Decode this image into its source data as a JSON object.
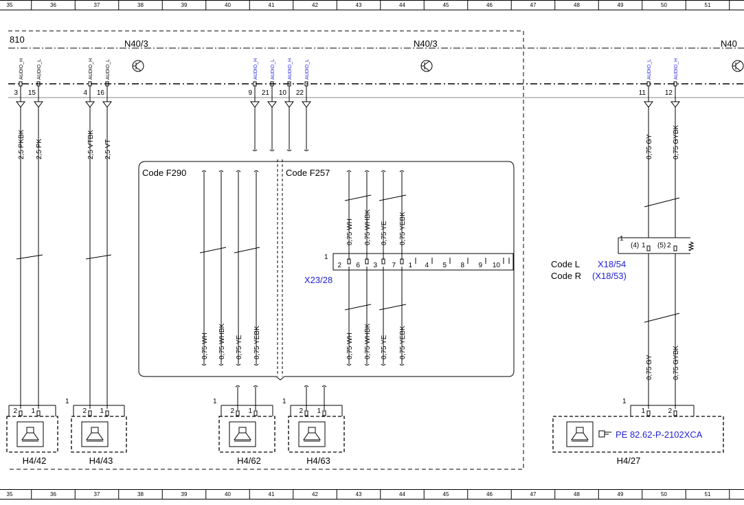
{
  "ruler": [
    "35",
    "36",
    "37",
    "38",
    "39",
    "40",
    "41",
    "42",
    "43",
    "44",
    "45",
    "46",
    "47",
    "48",
    "49",
    "50",
    "51"
  ],
  "page_ref": "810",
  "modules": [
    "N40/3",
    "N40/3",
    "N40"
  ],
  "pins_left": [
    {
      "num": "3",
      "sig": "AUDIO_H"
    },
    {
      "num": "15",
      "sig": "AUDIO_L"
    },
    {
      "num": "4",
      "sig": "AUDIO_H"
    },
    {
      "num": "16",
      "sig": "AUDIO_L"
    }
  ],
  "pins_mid": [
    {
      "num": "9",
      "sig": "AUDIO_H"
    },
    {
      "num": "21",
      "sig": "AUDIO_L"
    },
    {
      "num": "10",
      "sig": "AUDIO_H"
    },
    {
      "num": "22",
      "sig": "AUDIO_L"
    }
  ],
  "pins_right": [
    {
      "num": "11",
      "sig": "AUDIO_L"
    },
    {
      "num": "12",
      "sig": "AUDIO_H"
    }
  ],
  "wires_left": [
    "2,5 PKBK",
    "2,5 PK",
    "2,5 VTBK",
    "2,5 VT"
  ],
  "wires_right_top": [
    "0,75 GY",
    "0,75 GYBK"
  ],
  "wires_right_bottom": [
    "0,75 GY",
    "0,75 GYBK"
  ],
  "wires_f290": [
    "0,75 WH",
    "0,75 WHBK",
    "0,75 YE",
    "0,75 YEBK"
  ],
  "wires_f257_top": [
    "0,75 WH",
    "0,75 WHBK",
    "0,75 YE",
    "0,75 YEBK"
  ],
  "wires_f257_bottom": [
    "0,75 WH",
    "0,75 WHBK",
    "0,75 YE",
    "0,75 YEBK"
  ],
  "code_f290": "Code F290",
  "code_f257": "Code F257",
  "connector": {
    "name": "X23/28",
    "index": "1",
    "pins": [
      "2",
      "6",
      "3",
      "7",
      "1",
      "4",
      "5",
      "8",
      "9",
      "10"
    ]
  },
  "right_connector": {
    "index": "1",
    "pins": [
      "(4)",
      "1",
      "(5)",
      "2"
    ],
    "code_l": "Code L",
    "code_l_ref": "X18/54",
    "code_r": "Code R",
    "code_r_ref": "(X18/53)"
  },
  "speakers": [
    {
      "name": "H4/42",
      "pins": [
        "2",
        "1"
      ],
      "index": ""
    },
    {
      "name": "H4/43",
      "pins": [
        "2",
        "1"
      ],
      "index": "1"
    },
    {
      "name": "H4/62",
      "pins": [
        "2",
        "1"
      ],
      "index": "1"
    },
    {
      "name": "H4/63",
      "pins": [
        "2",
        "1"
      ],
      "index": "1"
    },
    {
      "name": "H4/27",
      "pins": [
        "1",
        "2"
      ],
      "index": "1"
    }
  ],
  "pe_ref": "PE 82.62-P-2102XCA",
  "colors": {
    "link": "#1f1fd6",
    "line": "#000000"
  },
  "icons": [
    "transistor-icon",
    "ground-icon",
    "speaker-icon",
    "pointer-hand-icon"
  ]
}
